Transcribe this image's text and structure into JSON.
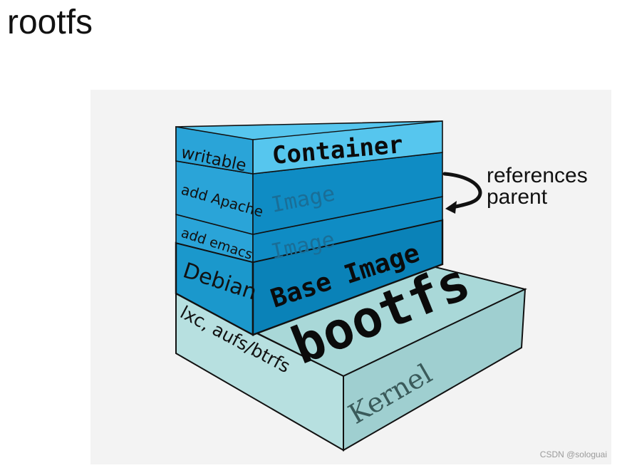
{
  "slide": {
    "title": "rootfs"
  },
  "layers": {
    "container": {
      "side_label": "writable",
      "front_label": "Container"
    },
    "apache": {
      "side_label": "add Apache",
      "front_label": "Image"
    },
    "emacs": {
      "side_label": "add emacs",
      "front_label": "Image"
    },
    "debian": {
      "side_label": "Debian",
      "front_label": "Base Image"
    },
    "kernel": {
      "side_label": "lxc, aufs/btrfs",
      "top_label": "bootfs",
      "front_label": "Kernel"
    }
  },
  "annotation": {
    "line1": "references",
    "line2": "parent"
  },
  "watermark": "CSDN @sologuai",
  "colors": {
    "container_top": "#56c6ee",
    "image_blue": "#0f8cc4",
    "kernel_teal": "#a9d8d8",
    "panel_bg": "#f3f3f3"
  }
}
